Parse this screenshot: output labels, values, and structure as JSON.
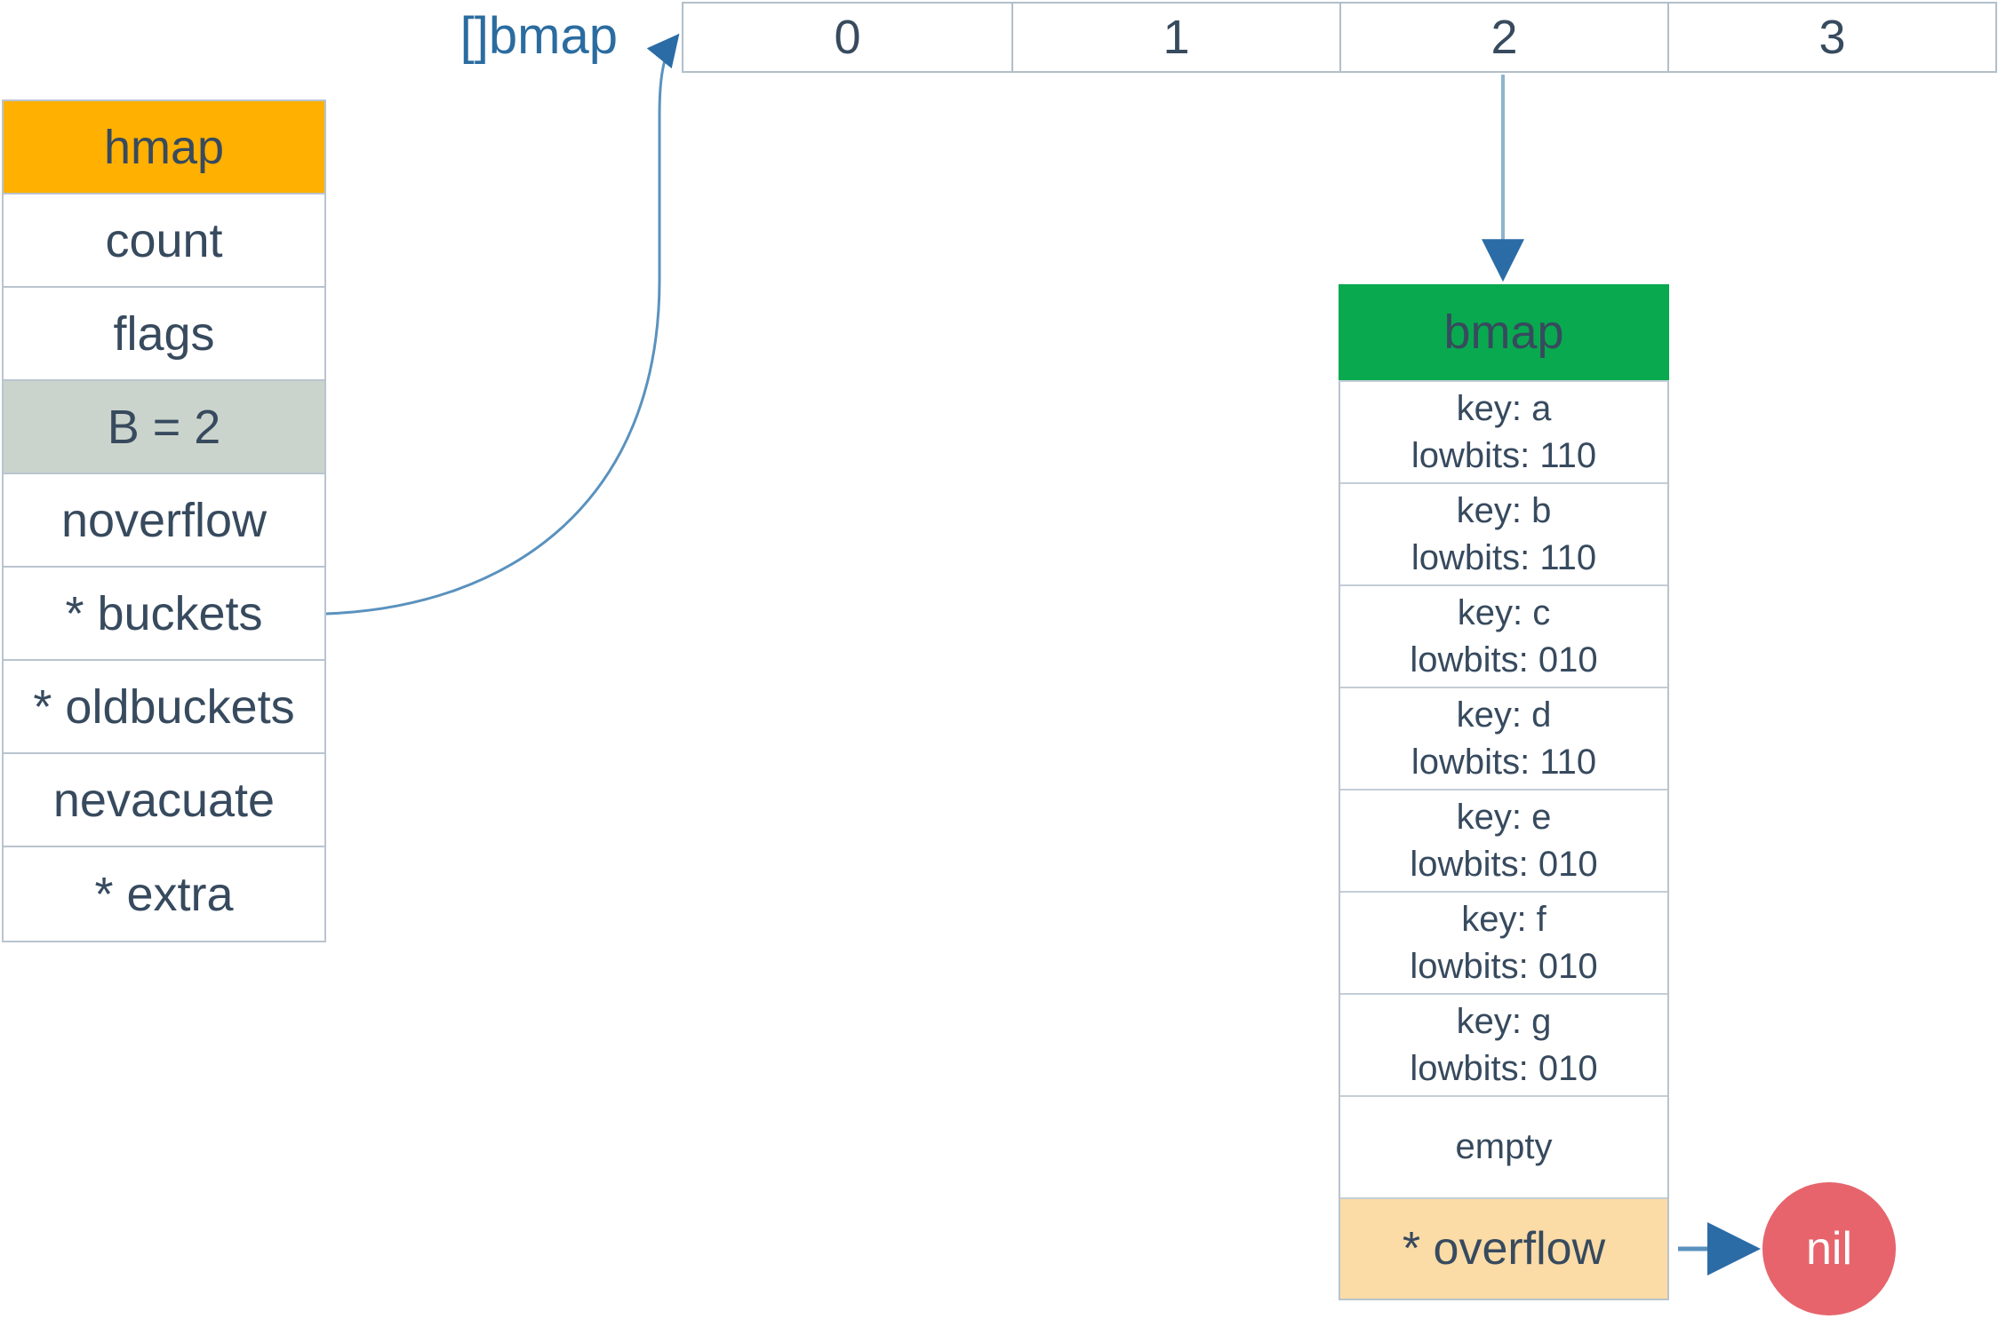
{
  "diagram": {
    "hmap_struct": {
      "rows": [
        "hmap",
        "count",
        "flags",
        "B = 2",
        "noverflow",
        "* buckets",
        "* oldbuckets",
        "nevacuate",
        "* extra"
      ]
    },
    "bucket_array": {
      "label": "[]bmap",
      "cells": [
        "0",
        "1",
        "2",
        "3"
      ]
    },
    "bmap_struct": {
      "header": "bmap",
      "slots": [
        {
          "line1": "key: a",
          "line2": "lowbits: 110"
        },
        {
          "line1": "key: b",
          "line2": "lowbits: 110"
        },
        {
          "line1": "key: c",
          "line2": "lowbits: 010"
        },
        {
          "line1": "key: d",
          "line2": "lowbits: 110"
        },
        {
          "line1": "key: e",
          "line2": "lowbits: 010"
        },
        {
          "line1": "key: f",
          "line2": "lowbits: 010"
        },
        {
          "line1": "key: g",
          "line2": "lowbits: 010"
        },
        {
          "line1": "empty",
          "line2": ""
        }
      ],
      "overflow": "* overflow"
    },
    "nil_label": "nil"
  },
  "colors": {
    "text": "#374a5e",
    "label_blue": "#2b6ca0",
    "hmap_header_bg": "#ffb000",
    "b_row_bg": "#cbd4cc",
    "bmap_header_bg": "#09a94f",
    "overflow_bg": "#fbdba6",
    "nil_bg": "#e7646c",
    "arrow_line": "#5a92be",
    "arrow_line_light": "#8fb3ce",
    "arrow_head": "#2b6ca6"
  }
}
